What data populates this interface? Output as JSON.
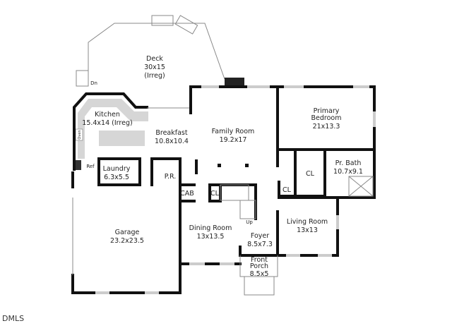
{
  "rooms": {
    "deck": {
      "name": "Deck",
      "size": "30x15",
      "note": "(Irreg)"
    },
    "kitchen": {
      "name": "Kitchen",
      "size": "15.4x14 (Irreg)"
    },
    "breakfast": {
      "name": "Breakfast",
      "size": "10.8x10.4"
    },
    "family_room": {
      "name": "Family Room",
      "size": "19.2x17"
    },
    "primary_bedroom": {
      "name_line1": "Primary",
      "name_line2": "Bedroom",
      "size": "21x13.3"
    },
    "pr_bath": {
      "name": "Pr. Bath",
      "size": "10.7x9.1"
    },
    "laundry": {
      "name": "Laundry",
      "size": "6.3x5.5"
    },
    "powder_room": {
      "name": "P.R."
    },
    "garage": {
      "name": "Garage",
      "size": "23.2x23.5"
    },
    "dining_room": {
      "name": "Dining Room",
      "size": "13x13.5"
    },
    "foyer": {
      "name": "Foyer",
      "size": "8.5x7.3"
    },
    "front_porch": {
      "name_line1": "Front",
      "name_line2": "Porch",
      "size": "8.5x5"
    },
    "living_room": {
      "name": "Living Room",
      "size": "13x13"
    }
  },
  "fixtures": {
    "cab": "CAB",
    "closet": "CL",
    "ref": "Ref",
    "oven": "Oven",
    "stairs_down": "Dn",
    "stairs_up": "Up"
  },
  "logo": "DMLS"
}
